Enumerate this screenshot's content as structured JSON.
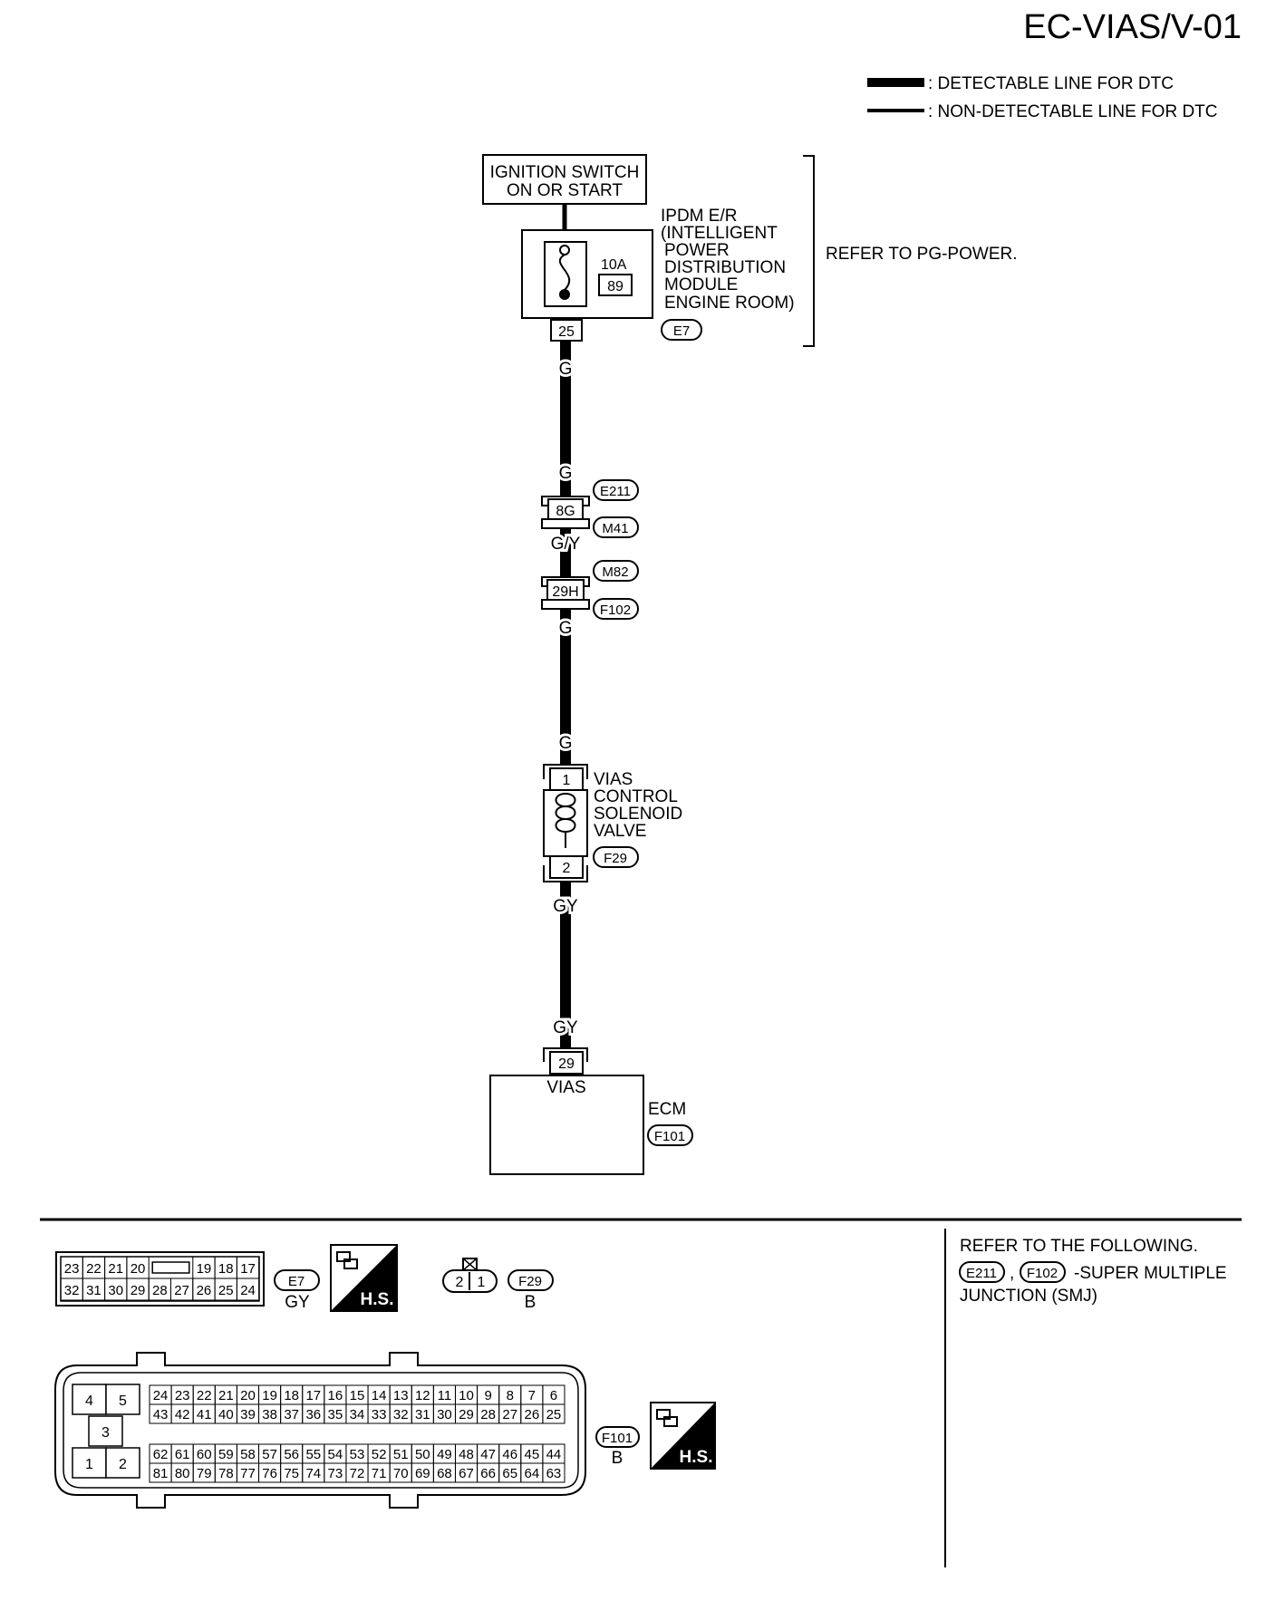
{
  "page_id": "EC-VIAS/V-01",
  "legend": {
    "detectable": ": DETECTABLE LINE FOR DTC",
    "non_detectable": ": NON-DETECTABLE LINE FOR DTC"
  },
  "ignition_switch": {
    "line1": "IGNITION SWITCH",
    "line2": "ON OR START"
  },
  "ipdm": {
    "lines": [
      "IPDM E/R",
      "(INTELLIGENT",
      "POWER",
      "DISTRIBUTION",
      "MODULE",
      "ENGINE ROOM)"
    ],
    "fuse_rating": "10A",
    "fuse_number": "89",
    "terminal": "25",
    "connector": "E7"
  },
  "refer_power": "REFER TO PG-POWER.",
  "wires": {
    "w1_top": "G",
    "w1_bottom": "G",
    "w2": "G/Y",
    "w3_top": "G",
    "w3_bottom": "G",
    "w4_top": "GY",
    "w4_bottom": "GY"
  },
  "junction1": {
    "terminal": "8G",
    "connector_top": "E211",
    "connector_bottom": "M41"
  },
  "junction2": {
    "terminal": "29H",
    "connector_top": "M82",
    "connector_bottom": "F102"
  },
  "solenoid": {
    "terminal_top": "1",
    "terminal_bottom": "2",
    "lines": [
      "VIAS",
      "CONTROL",
      "SOLENOID",
      "VALVE"
    ],
    "connector": "F29"
  },
  "ecm": {
    "terminal": "29",
    "pin_label": "VIAS",
    "name": "ECM",
    "connector": "F101"
  },
  "bottom": {
    "e7": {
      "connector": "E7",
      "color": "GY",
      "row1": [
        "23",
        "22",
        "21",
        "20",
        "",
        "19",
        "18",
        "17"
      ],
      "row2": [
        "32",
        "31",
        "30",
        "29",
        "28",
        "27",
        "26",
        "25",
        "24"
      ],
      "hs": "H.S."
    },
    "f29": {
      "connector": "F29",
      "color": "B",
      "pins": [
        "2",
        "1"
      ]
    },
    "f101": {
      "connector": "F101",
      "color": "B",
      "hs": "H.S.",
      "left_pins": [
        "4",
        "5",
        "3",
        "1",
        "2"
      ],
      "row1": [
        "24",
        "23",
        "22",
        "21",
        "20",
        "19",
        "18",
        "17",
        "16",
        "15",
        "14",
        "13",
        "12",
        "11",
        "10",
        "9",
        "8",
        "7",
        "6"
      ],
      "row2": [
        "43",
        "42",
        "41",
        "40",
        "39",
        "38",
        "37",
        "36",
        "35",
        "34",
        "33",
        "32",
        "31",
        "30",
        "29",
        "28",
        "27",
        "26",
        "25"
      ],
      "row3": [
        "62",
        "61",
        "60",
        "59",
        "58",
        "57",
        "56",
        "55",
        "54",
        "53",
        "52",
        "51",
        "50",
        "49",
        "48",
        "47",
        "46",
        "45",
        "44"
      ],
      "row4": [
        "81",
        "80",
        "79",
        "78",
        "77",
        "76",
        "75",
        "74",
        "73",
        "72",
        "71",
        "70",
        "69",
        "68",
        "67",
        "66",
        "65",
        "64",
        "63"
      ]
    },
    "refer": {
      "line1": "REFER TO THE FOLLOWING.",
      "conn1": "E211",
      "sep": ",",
      "conn2": "F102",
      "tail": "-SUPER MULTIPLE",
      "line3": "JUNCTION (SMJ)"
    }
  }
}
